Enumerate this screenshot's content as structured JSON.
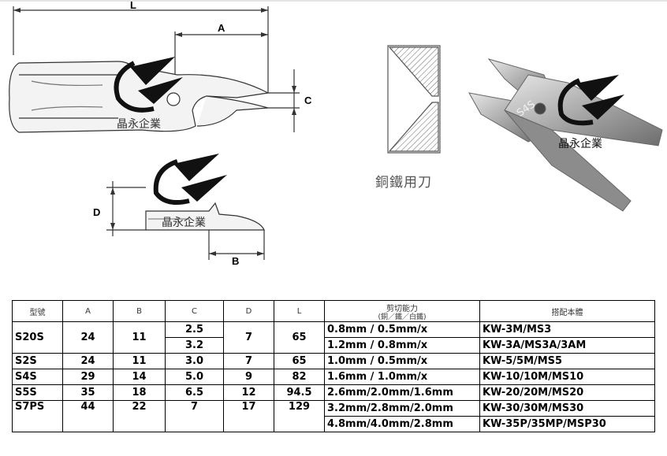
{
  "drawing": {
    "dim_L": "L",
    "dim_A": "A",
    "dim_C": "C",
    "dim_D": "D",
    "dim_B": "B",
    "blade_type_label": "銅鐵用刀",
    "blade_engraving": "S4S",
    "logo_text": "晶永企業"
  },
  "table": {
    "headers": [
      "型號",
      "A",
      "B",
      "C",
      "D",
      "L",
      "剪切能力",
      "搭配本體"
    ],
    "capacity_sub": "(銅／鐵／白鐵)",
    "rows": [
      {
        "model": "S20S",
        "a": "24",
        "b": "11",
        "c": "2.5",
        "d": "7",
        "l": "65",
        "cap": "0.8mm / 0.5mm/x",
        "body": "KW-3M/MS3"
      },
      {
        "model": "",
        "a": "",
        "b": "",
        "c": "3.2",
        "d": "",
        "l": "",
        "cap": "1.2mm / 0.8mm/x",
        "body": "KW-3A/MS3A/3AM"
      },
      {
        "model": "S2S",
        "a": "24",
        "b": "11",
        "c": "3.0",
        "d": "7",
        "l": "65",
        "cap": "1.0mm / 0.5mm/x",
        "body": "KW-5/5M/MS5"
      },
      {
        "model": "S4S",
        "a": "29",
        "b": "14",
        "c": "5.0",
        "d": "9",
        "l": "82",
        "cap": "1.6mm / 1.0mm/x",
        "body": "KW-10/10M/MS10"
      },
      {
        "model": "S5S",
        "a": "35",
        "b": "18",
        "c": "6.5",
        "d": "12",
        "l": "94.5",
        "cap": "2.6mm/2.0mm/1.6mm",
        "body": "KW-20/20M/MS20"
      },
      {
        "model": "S7PS",
        "a": "44",
        "b": "22",
        "c": "7",
        "d": "17",
        "l": "129",
        "cap": "3.2mm/2.8mm/2.0mm",
        "body": "KW-30/30M/MS30"
      },
      {
        "model": "",
        "a": "",
        "b": "",
        "c": "",
        "d": "",
        "l": "",
        "cap": "4.8mm/4.0mm/2.8mm",
        "body": "KW-35P/35MP/MSP30"
      }
    ]
  }
}
